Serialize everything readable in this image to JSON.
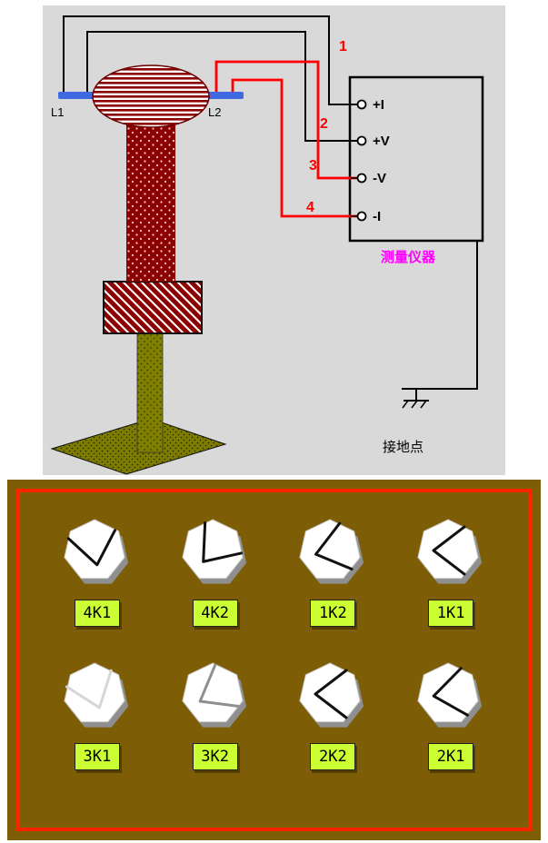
{
  "colors": {
    "bg_gray": "#d9d9d9",
    "wire_black": "#000000",
    "wire_red": "#ff0000",
    "wire_number": "#ff0000",
    "instrument_caption": "#ff00ff",
    "coil_stripe": "#8b0000",
    "terminal_blue": "#4169e1",
    "stand_olive": "#808000",
    "panel_brown": "#7d5e06",
    "panel_border_red": "#ff2400",
    "knob_label_bg": "#ccff33",
    "knob_face": "#ffffff",
    "knob_shadow": "#8f8f8f"
  },
  "diagram": {
    "coil_terminal_left": "L1",
    "coil_terminal_right": "L2",
    "wire_numbers": [
      "1",
      "2",
      "3",
      "4"
    ],
    "instrument": {
      "terminals": [
        "+I",
        "+V",
        "-V",
        "-I"
      ],
      "caption": "测量仪器"
    },
    "ground_label": "接地点"
  },
  "panel": {
    "knobs": [
      {
        "label": "4K1",
        "angle": -100,
        "pointer_color": "#111111"
      },
      {
        "label": "4K2",
        "angle": -50,
        "pointer_color": "#111111"
      },
      {
        "label": "1K2",
        "angle": -15,
        "pointer_color": "#111111"
      },
      {
        "label": "1K1",
        "angle": 0,
        "pointer_color": "#111111"
      },
      {
        "label": "3K1",
        "angle": -110,
        "pointer_color": "#d6d6d6"
      },
      {
        "label": "3K2",
        "angle": -30,
        "pointer_color": "#8f8f8f"
      },
      {
        "label": "2K2",
        "angle": 0,
        "pointer_color": "#111111"
      },
      {
        "label": "2K1",
        "angle": -8,
        "pointer_color": "#111111"
      }
    ]
  }
}
